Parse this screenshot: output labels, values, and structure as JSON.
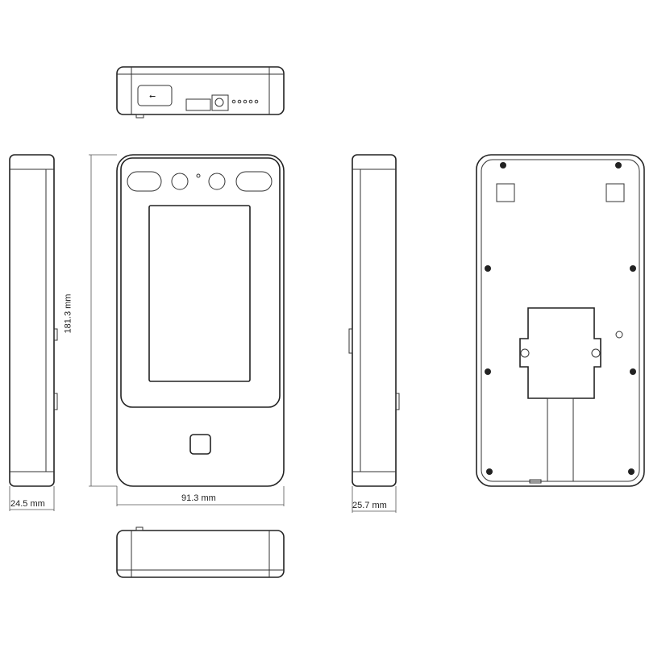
{
  "title": "Device dimension drawing",
  "dimensions": {
    "height": "181.3 mm",
    "width": "91.3 mm",
    "depth_left": "24.5 mm",
    "depth_right": "25.7 mm"
  },
  "colors": {
    "line": "#222222",
    "background": "#ffffff"
  }
}
